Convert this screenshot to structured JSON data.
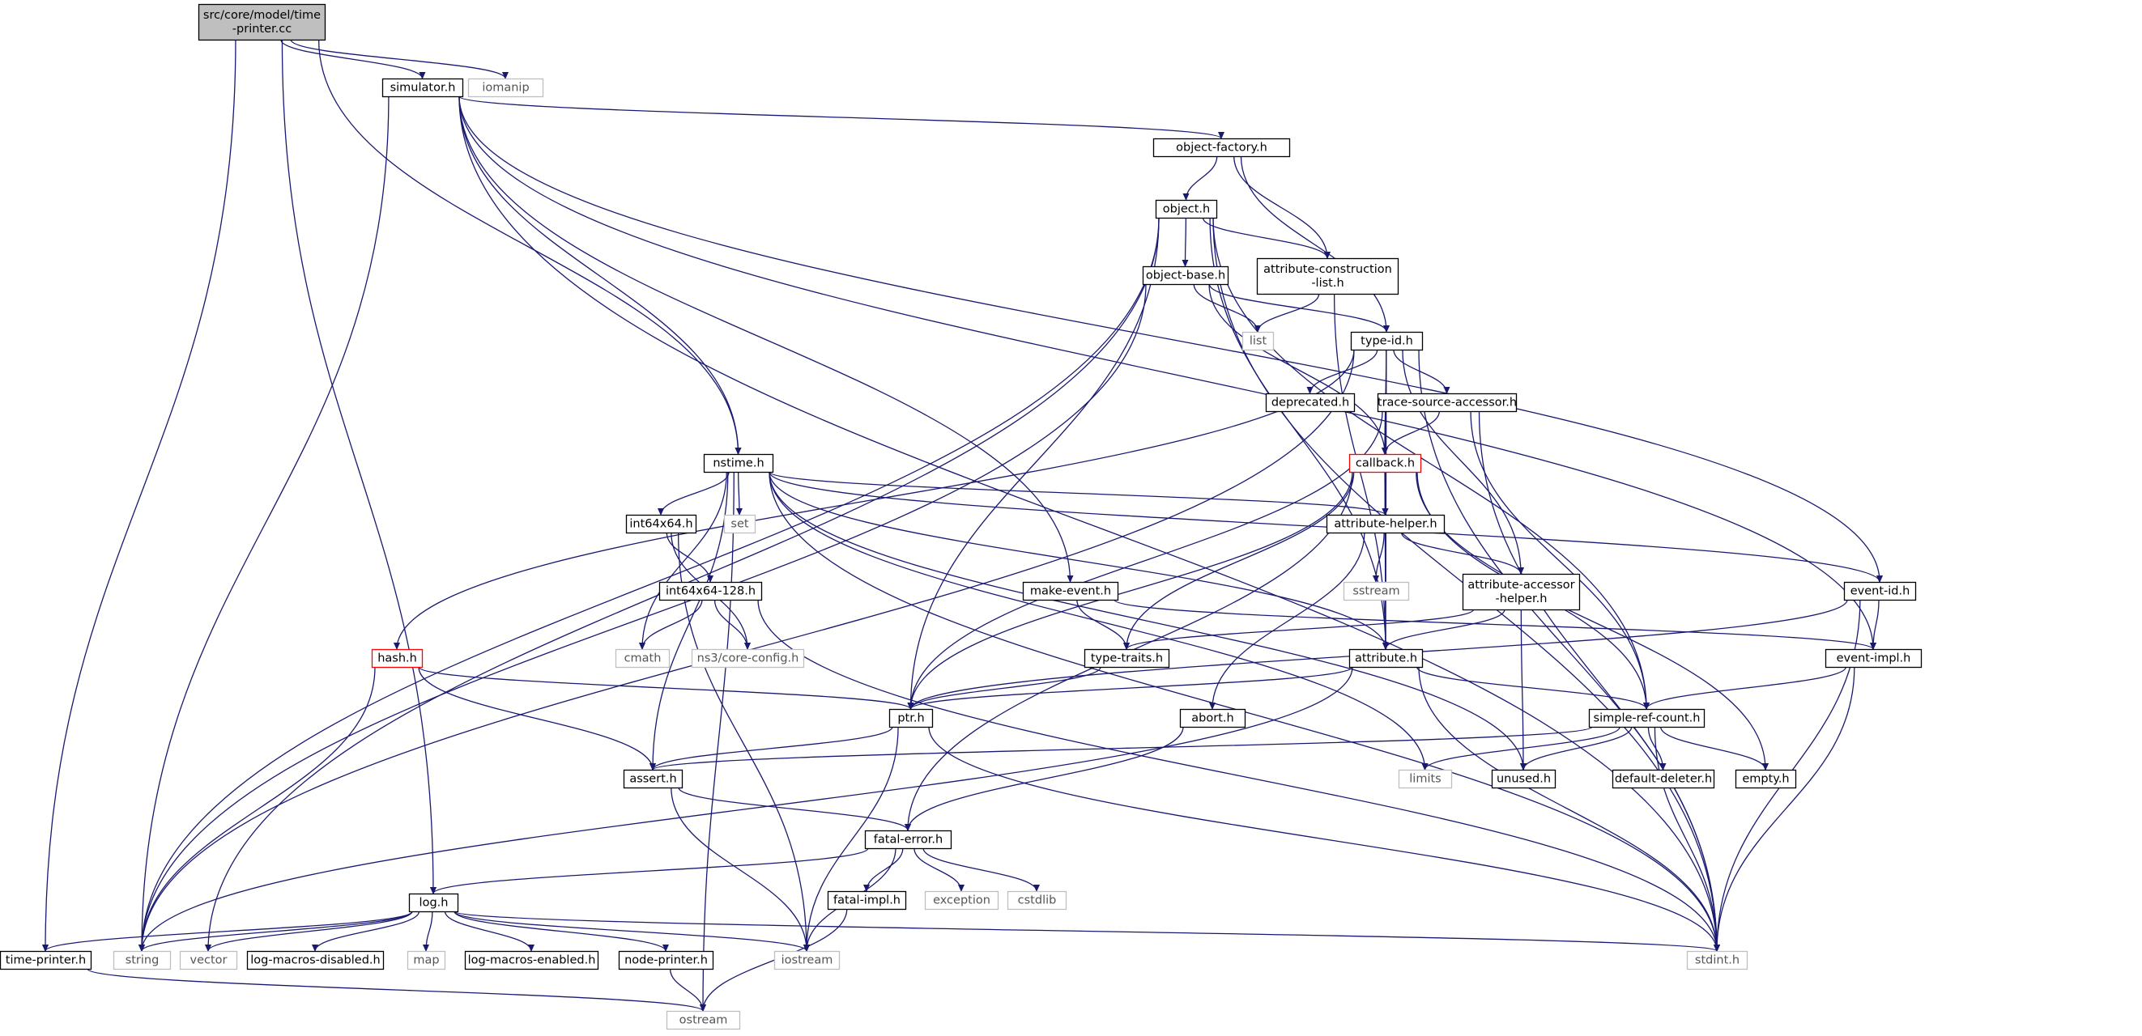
{
  "colors": {
    "edge": "#191970",
    "file_border": "#000000",
    "root_fill": "#bfbfbf",
    "ext_border": "#bfbfbf",
    "truncated_border": "#ff0000",
    "background": "#ffffff"
  },
  "nodes": [
    {
      "id": "time_printer_cc",
      "lines": [
        "src/core/model/time",
        "-printer.cc"
      ],
      "kind": "root"
    },
    {
      "id": "simulator_h",
      "lines": [
        "simulator.h"
      ],
      "kind": "file"
    },
    {
      "id": "iomanip",
      "lines": [
        "iomanip"
      ],
      "kind": "ext"
    },
    {
      "id": "object_factory_h",
      "lines": [
        "object-factory.h"
      ],
      "kind": "file"
    },
    {
      "id": "object_h",
      "lines": [
        "object.h"
      ],
      "kind": "file"
    },
    {
      "id": "object_base_h",
      "lines": [
        "object-base.h"
      ],
      "kind": "file"
    },
    {
      "id": "attribute_construction_list_h",
      "lines": [
        "attribute-construction",
        "-list.h"
      ],
      "kind": "file"
    },
    {
      "id": "list",
      "lines": [
        "list"
      ],
      "kind": "ext"
    },
    {
      "id": "type_id_h",
      "lines": [
        "type-id.h"
      ],
      "kind": "file"
    },
    {
      "id": "deprecated_h",
      "lines": [
        "deprecated.h"
      ],
      "kind": "file"
    },
    {
      "id": "trace_source_accessor_h",
      "lines": [
        "trace-source-accessor.h"
      ],
      "kind": "file"
    },
    {
      "id": "callback_h",
      "lines": [
        "callback.h"
      ],
      "kind": "truncated"
    },
    {
      "id": "nstime_h",
      "lines": [
        "nstime.h"
      ],
      "kind": "file"
    },
    {
      "id": "int64x64_h",
      "lines": [
        "int64x64.h"
      ],
      "kind": "file"
    },
    {
      "id": "set",
      "lines": [
        "set"
      ],
      "kind": "ext"
    },
    {
      "id": "attribute_helper_h",
      "lines": [
        "attribute-helper.h"
      ],
      "kind": "file"
    },
    {
      "id": "sstream",
      "lines": [
        "sstream"
      ],
      "kind": "ext"
    },
    {
      "id": "attribute_accessor_helper_h",
      "lines": [
        "attribute-accessor",
        "-helper.h"
      ],
      "kind": "file"
    },
    {
      "id": "event_id_h",
      "lines": [
        "event-id.h"
      ],
      "kind": "file"
    },
    {
      "id": "int64x64_128_h",
      "lines": [
        "int64x64-128.h"
      ],
      "kind": "file"
    },
    {
      "id": "make_event_h",
      "lines": [
        "make-event.h"
      ],
      "kind": "file"
    },
    {
      "id": "hash_h",
      "lines": [
        "hash.h"
      ],
      "kind": "truncated"
    },
    {
      "id": "cmath",
      "lines": [
        "cmath"
      ],
      "kind": "ext"
    },
    {
      "id": "core_config_h",
      "lines": [
        "ns3/core-config.h"
      ],
      "kind": "ext"
    },
    {
      "id": "type_traits_h",
      "lines": [
        "type-traits.h"
      ],
      "kind": "file"
    },
    {
      "id": "attribute_h",
      "lines": [
        "attribute.h"
      ],
      "kind": "file"
    },
    {
      "id": "event_impl_h",
      "lines": [
        "event-impl.h"
      ],
      "kind": "file"
    },
    {
      "id": "ptr_h",
      "lines": [
        "ptr.h"
      ],
      "kind": "file"
    },
    {
      "id": "abort_h",
      "lines": [
        "abort.h"
      ],
      "kind": "file"
    },
    {
      "id": "simple_ref_count_h",
      "lines": [
        "simple-ref-count.h"
      ],
      "kind": "file"
    },
    {
      "id": "assert_h",
      "lines": [
        "assert.h"
      ],
      "kind": "file"
    },
    {
      "id": "limits",
      "lines": [
        "limits"
      ],
      "kind": "ext"
    },
    {
      "id": "unused_h",
      "lines": [
        "unused.h"
      ],
      "kind": "file"
    },
    {
      "id": "default_deleter_h",
      "lines": [
        "default-deleter.h"
      ],
      "kind": "file"
    },
    {
      "id": "empty_h",
      "lines": [
        "empty.h"
      ],
      "kind": "file"
    },
    {
      "id": "fatal_error_h",
      "lines": [
        "fatal-error.h"
      ],
      "kind": "file"
    },
    {
      "id": "fatal_impl_h",
      "lines": [
        "fatal-impl.h"
      ],
      "kind": "file"
    },
    {
      "id": "exception",
      "lines": [
        "exception"
      ],
      "kind": "ext"
    },
    {
      "id": "cstdlib",
      "lines": [
        "cstdlib"
      ],
      "kind": "ext"
    },
    {
      "id": "log_h",
      "lines": [
        "log.h"
      ],
      "kind": "file"
    },
    {
      "id": "time_printer_h",
      "lines": [
        "time-printer.h"
      ],
      "kind": "file"
    },
    {
      "id": "string",
      "lines": [
        "string"
      ],
      "kind": "ext"
    },
    {
      "id": "vector",
      "lines": [
        "vector"
      ],
      "kind": "ext"
    },
    {
      "id": "log_macros_disabled_h",
      "lines": [
        "log-macros-disabled.h"
      ],
      "kind": "file"
    },
    {
      "id": "map",
      "lines": [
        "map"
      ],
      "kind": "ext"
    },
    {
      "id": "log_macros_enabled_h",
      "lines": [
        "log-macros-enabled.h"
      ],
      "kind": "file"
    },
    {
      "id": "node_printer_h",
      "lines": [
        "node-printer.h"
      ],
      "kind": "file"
    },
    {
      "id": "iostream",
      "lines": [
        "iostream"
      ],
      "kind": "ext"
    },
    {
      "id": "stdint_h",
      "lines": [
        "stdint.h"
      ],
      "kind": "ext"
    },
    {
      "id": "ostream",
      "lines": [
        "ostream"
      ],
      "kind": "ext"
    }
  ],
  "edges": [
    [
      "time_printer_cc",
      "simulator_h"
    ],
    [
      "time_printer_cc",
      "iomanip"
    ],
    [
      "time_printer_cc",
      "time_printer_h"
    ],
    [
      "time_printer_cc",
      "log_h"
    ],
    [
      "time_printer_cc",
      "nstime_h"
    ],
    [
      "simulator_h",
      "object_factory_h"
    ],
    [
      "simulator_h",
      "event_id_h"
    ],
    [
      "simulator_h",
      "event_impl_h"
    ],
    [
      "simulator_h",
      "stdint_h"
    ],
    [
      "simulator_h",
      "string"
    ],
    [
      "simulator_h",
      "nstime_h"
    ],
    [
      "simulator_h",
      "make_event_h"
    ],
    [
      "object_factory_h",
      "object_h"
    ],
    [
      "object_factory_h",
      "attribute_construction_list_h"
    ],
    [
      "object_factory_h",
      "type_id_h"
    ],
    [
      "object_h",
      "object_base_h"
    ],
    [
      "object_h",
      "attribute_construction_list_h"
    ],
    [
      "object_h",
      "stdint_h"
    ],
    [
      "object_h",
      "string"
    ],
    [
      "object_h",
      "vector"
    ],
    [
      "object_h",
      "ptr_h"
    ],
    [
      "object_h",
      "attribute_h"
    ],
    [
      "object_h",
      "simple_ref_count_h"
    ],
    [
      "object_base_h",
      "type_id_h"
    ],
    [
      "object_base_h",
      "list"
    ],
    [
      "object_base_h",
      "string"
    ],
    [
      "object_base_h",
      "callback_h"
    ],
    [
      "attribute_construction_list_h",
      "list"
    ],
    [
      "attribute_construction_list_h",
      "attribute_h"
    ],
    [
      "type_id_h",
      "deprecated_h"
    ],
    [
      "type_id_h",
      "trace_source_accessor_h"
    ],
    [
      "type_id_h",
      "callback_h"
    ],
    [
      "type_id_h",
      "attribute_helper_h"
    ],
    [
      "type_id_h",
      "attribute_accessor_helper_h"
    ],
    [
      "type_id_h",
      "attribute_h"
    ],
    [
      "type_id_h",
      "hash_h"
    ],
    [
      "type_id_h",
      "string"
    ],
    [
      "type_id_h",
      "stdint_h"
    ],
    [
      "trace_source_accessor_h",
      "callback_h"
    ],
    [
      "trace_source_accessor_h",
      "ptr_h"
    ],
    [
      "trace_source_accessor_h",
      "simple_ref_count_h"
    ],
    [
      "trace_source_accessor_h",
      "stdint_h"
    ],
    [
      "callback_h",
      "attribute_helper_h"
    ],
    [
      "callback_h",
      "ptr_h"
    ],
    [
      "callback_h",
      "fatal_error_h"
    ],
    [
      "callback_h",
      "simple_ref_count_h"
    ],
    [
      "callback_h",
      "type_traits_h"
    ],
    [
      "callback_h",
      "attribute_h"
    ],
    [
      "callback_h",
      "empty_h"
    ],
    [
      "nstime_h",
      "int64x64_h"
    ],
    [
      "nstime_h",
      "set"
    ],
    [
      "nstime_h",
      "attribute_helper_h"
    ],
    [
      "nstime_h",
      "event_id_h"
    ],
    [
      "nstime_h",
      "attribute_h"
    ],
    [
      "nstime_h",
      "stdint_h"
    ],
    [
      "nstime_h",
      "cmath"
    ],
    [
      "nstime_h",
      "limits"
    ],
    [
      "nstime_h",
      "ostream"
    ],
    [
      "nstime_h",
      "assert_h"
    ],
    [
      "nstime_h",
      "unused_h"
    ],
    [
      "int64x64_h",
      "int64x64_128_h"
    ],
    [
      "int64x64_h",
      "core_config_h"
    ],
    [
      "int64x64_h",
      "iostream"
    ],
    [
      "int64x64_128_h",
      "cmath"
    ],
    [
      "int64x64_128_h",
      "core_config_h"
    ],
    [
      "int64x64_128_h",
      "stdint_h"
    ],
    [
      "attribute_helper_h",
      "sstream"
    ],
    [
      "attribute_helper_h",
      "attribute_accessor_helper_h"
    ],
    [
      "attribute_helper_h",
      "attribute_h"
    ],
    [
      "attribute_helper_h",
      "abort_h"
    ],
    [
      "attribute_accessor_helper_h",
      "attribute_h"
    ],
    [
      "attribute_accessor_helper_h",
      "type_traits_h"
    ],
    [
      "attribute_accessor_helper_h",
      "unused_h"
    ],
    [
      "event_id_h",
      "event_impl_h"
    ],
    [
      "event_id_h",
      "ptr_h"
    ],
    [
      "event_id_h",
      "stdint_h"
    ],
    [
      "make_event_h",
      "type_traits_h"
    ],
    [
      "make_event_h",
      "event_impl_h"
    ],
    [
      "hash_h",
      "ptr_h"
    ],
    [
      "hash_h",
      "assert_h"
    ],
    [
      "hash_h",
      "string"
    ],
    [
      "type_traits_h",
      "ptr_h"
    ],
    [
      "attribute_h",
      "ptr_h"
    ],
    [
      "attribute_h",
      "simple_ref_count_h"
    ],
    [
      "attribute_h",
      "string"
    ],
    [
      "attribute_h",
      "stdint_h"
    ],
    [
      "event_impl_h",
      "simple_ref_count_h"
    ],
    [
      "event_impl_h",
      "stdint_h"
    ],
    [
      "ptr_h",
      "assert_h"
    ],
    [
      "ptr_h",
      "iostream"
    ],
    [
      "ptr_h",
      "stdint_h"
    ],
    [
      "abort_h",
      "fatal_error_h"
    ],
    [
      "simple_ref_count_h",
      "assert_h"
    ],
    [
      "simple_ref_count_h",
      "limits"
    ],
    [
      "simple_ref_count_h",
      "unused_h"
    ],
    [
      "simple_ref_count_h",
      "default_deleter_h"
    ],
    [
      "simple_ref_count_h",
      "empty_h"
    ],
    [
      "simple_ref_count_h",
      "stdint_h"
    ],
    [
      "assert_h",
      "fatal_error_h"
    ],
    [
      "assert_h",
      "iostream"
    ],
    [
      "fatal_error_h",
      "fatal_impl_h"
    ],
    [
      "fatal_error_h",
      "exception"
    ],
    [
      "fatal_error_h",
      "cstdlib"
    ],
    [
      "fatal_error_h",
      "iostream"
    ],
    [
      "fatal_error_h",
      "log_h"
    ],
    [
      "fatal_impl_h",
      "ostream"
    ],
    [
      "log_h",
      "time_printer_h"
    ],
    [
      "log_h",
      "string"
    ],
    [
      "log_h",
      "vector"
    ],
    [
      "log_h",
      "log_macros_disabled_h"
    ],
    [
      "log_h",
      "map"
    ],
    [
      "log_h",
      "log_macros_enabled_h"
    ],
    [
      "log_h",
      "node_printer_h"
    ],
    [
      "log_h",
      "iostream"
    ],
    [
      "log_h",
      "stdint_h"
    ],
    [
      "time_printer_h",
      "ostream"
    ],
    [
      "node_printer_h",
      "ostream"
    ]
  ]
}
